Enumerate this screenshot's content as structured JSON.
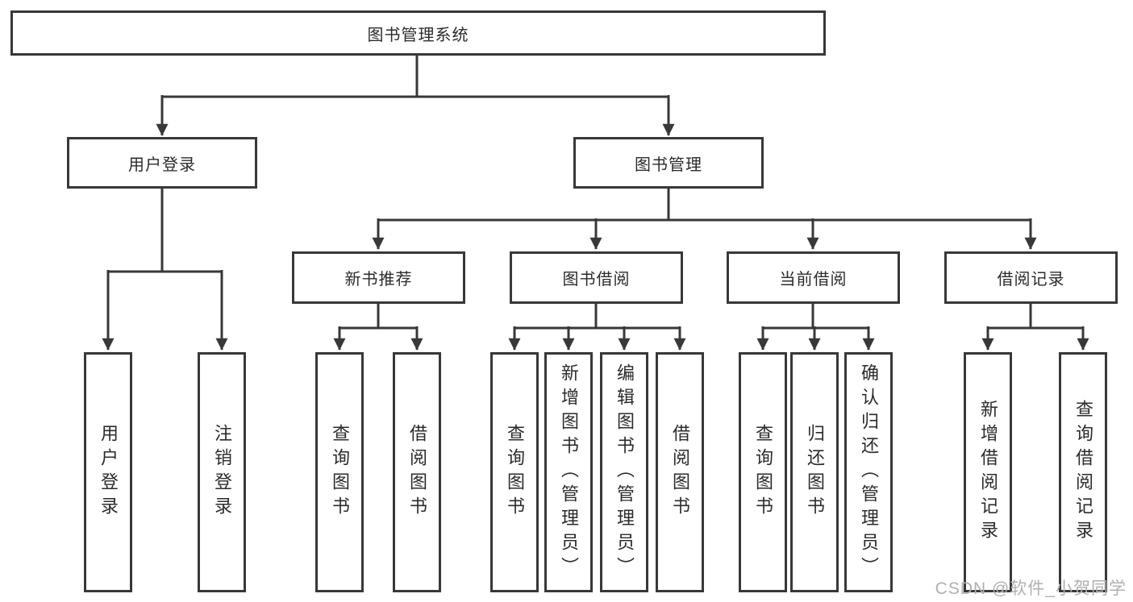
{
  "tree": {
    "root": {
      "label": "图书管理系统"
    },
    "branches": [
      {
        "label": "用户登录",
        "children": [
          {
            "label": "用户登录"
          },
          {
            "label": "注销登录"
          }
        ]
      },
      {
        "label": "图书管理",
        "children": [
          {
            "label": "新书推荐",
            "children": [
              {
                "label": "查询图书"
              },
              {
                "label": "借阅图书"
              }
            ]
          },
          {
            "label": "图书借阅",
            "children": [
              {
                "label": "查询图书"
              },
              {
                "label": "新增图书（管理员）"
              },
              {
                "label": "编辑图书（管理员）"
              },
              {
                "label": "借阅图书"
              }
            ]
          },
          {
            "label": "当前借阅",
            "children": [
              {
                "label": "查询图书"
              },
              {
                "label": "归还图书"
              },
              {
                "label": "确认归还（管理员）"
              }
            ]
          },
          {
            "label": "借阅记录",
            "children": [
              {
                "label": "新增借阅记录"
              },
              {
                "label": "查询借阅记录"
              }
            ]
          }
        ]
      }
    ]
  },
  "watermark": "CSDN @软件_小贺同学",
  "colors": {
    "line": "#383838",
    "box_border": "#383838",
    "text": "#2b2b2b",
    "watermark": "#b0b0b0",
    "background": "#ffffff"
  }
}
